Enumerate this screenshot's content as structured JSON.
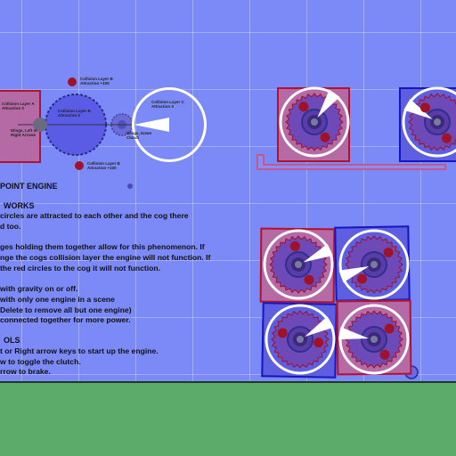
{
  "scene": {
    "labels": {
      "collision_layer_a": "Collision Layer A\nAttraction 0",
      "collision_layer_b_big": "Collision Layer B\nAttraction 0",
      "wings_left_right": "Wings, Left or\nRight Arrows",
      "collision_layer_b_top": "Collision Layer B\nAttraction +100",
      "collision_layer_b_bottom": "Collision Layer B\nAttraction +100",
      "collision_layer_c": "Collision Layer C\nAttraction 0",
      "wings_down": "Wings, Down\nClutch"
    },
    "instructions": {
      "title": "POINT ENGINE",
      "how_heading": "WORKS",
      "how_line1": "circles are attracted to each other and the cog there",
      "how_line2": "d too.",
      "how_line3": "ges holding them together allow for this phenomenon. If",
      "how_line4": "nge the cogs collision layer the engine will not function. If",
      "how_line5": "the red circles to the cog it will not function.",
      "how_line6": "with gravity on or off.",
      "how_line7": "with only one engine in a scene",
      "how_line8": "Delete to remove all but one engine)",
      "how_line9": "connected together for more power.",
      "controls_heading": "OLS",
      "controls_line1": "t or Right arrow keys to start up the engine.",
      "controls_line2": "w to toggle the clutch.",
      "controls_line3": "rrow to brake."
    },
    "colors": {
      "background": "#7b8af6",
      "ground": "#5dab6a",
      "red_box": "#b56aa6",
      "blue_box": "#5d5fe0",
      "cog_fill": "#6e49b8",
      "cog_dark": "#3a2a7a",
      "attractor": "#a01228",
      "ring": "#ffffff"
    }
  }
}
